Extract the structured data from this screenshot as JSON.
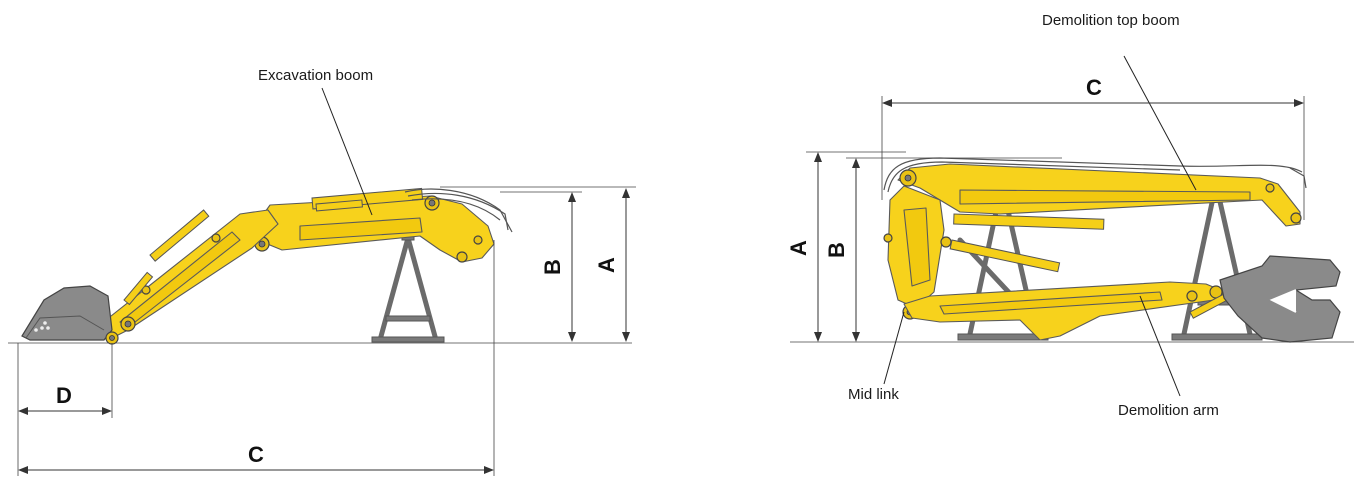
{
  "left_figure": {
    "callout_boom": "Excavation boom",
    "dim_a": "A",
    "dim_b": "B",
    "dim_c": "C",
    "dim_d": "D"
  },
  "right_figure": {
    "callout_top_boom": "Demolition top boom",
    "callout_mid_link": "Mid link",
    "callout_arm": "Demolition arm",
    "dim_a": "A",
    "dim_b": "B",
    "dim_c": "C"
  },
  "colors": {
    "boom_yellow": "#f7d21c",
    "stand_grey": "#6b6b6b",
    "tool_grey": "#8a8a8a"
  }
}
